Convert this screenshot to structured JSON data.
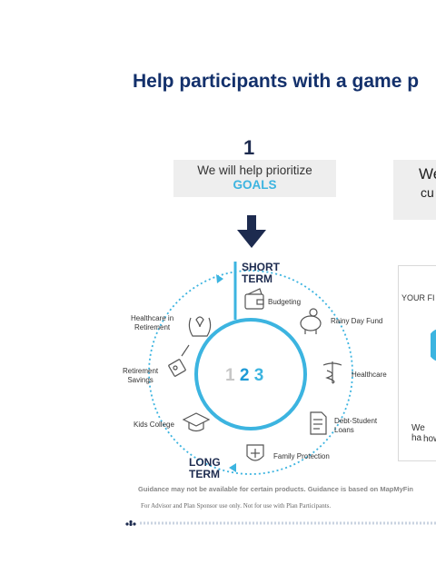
{
  "title": "Help participants with a game p",
  "step": {
    "number": "1",
    "line1": "We will help prioritize",
    "line2": "GOALS"
  },
  "right_box": {
    "line1": "We",
    "line2": "cu"
  },
  "panel": {
    "label": "YOUR FI",
    "line1": "We ha",
    "line2": "how"
  },
  "wheel": {
    "short_term_1": "SHORT",
    "short_term_2": "TERM",
    "long_term_1": "LONG",
    "long_term_2": "TERM",
    "numbers": [
      "1",
      "2",
      "3"
    ],
    "goals": {
      "budgeting": "Budgeting",
      "rainy_day_fund": "Rainy Day Fund",
      "healthcare": "Healthcare",
      "debt_student_1": "Debt-Student",
      "debt_student_2": "Loans",
      "family_protection": "Family Protection",
      "kids_college": "Kids College",
      "retirement_savings_1": "Retirement",
      "retirement_savings_2": "Savings",
      "healthcare_retirement_1": "Healthcare in",
      "healthcare_retirement_2": "Retirement"
    },
    "colors": {
      "accent": "#3cb4e0",
      "navy": "#1d2b4f"
    }
  },
  "footer": {
    "note": "Guidance may not be available for certain products. Guidance is based on MapMyFin",
    "disclaimer": "For Advisor and Plan Sponsor use only. Not for use with Plan Participants."
  }
}
